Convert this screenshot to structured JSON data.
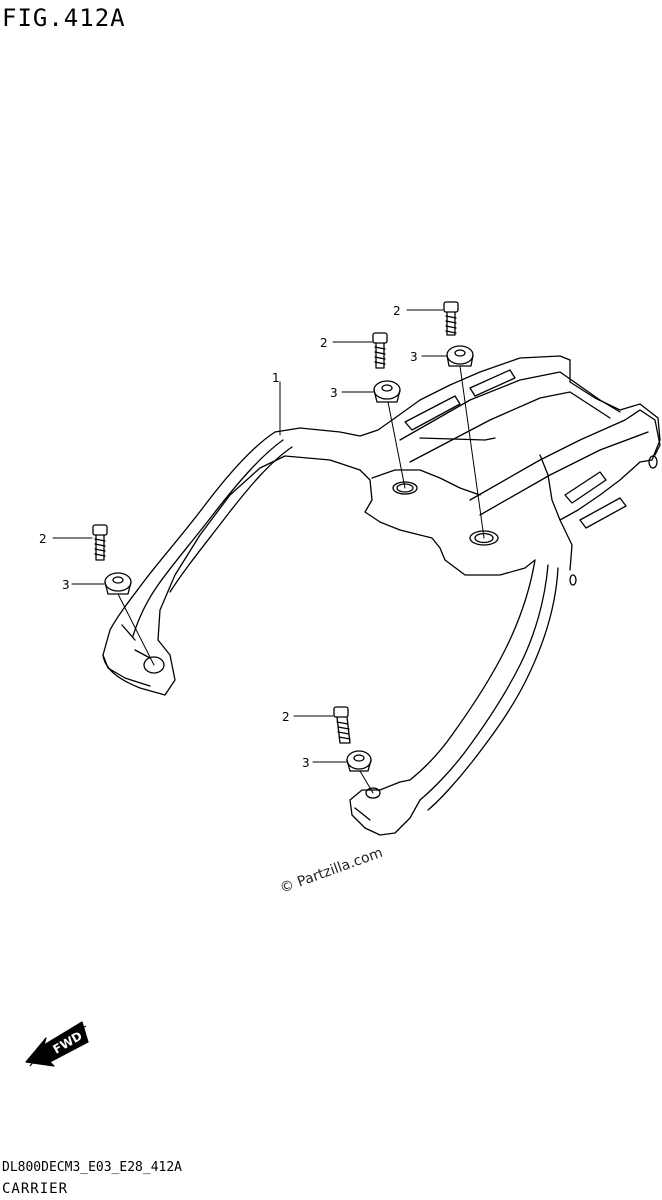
{
  "figure": {
    "title": "FIG.412A"
  },
  "callouts": {
    "carrier": "1",
    "bolt": "2",
    "washer": "3"
  },
  "watermark": "© Partzilla.com",
  "direction_arrow": {
    "label": "FWD",
    "icon": "fwd-arrow-icon"
  },
  "footer": {
    "code": "DL800DECM3_E03_E28_412A",
    "name": "CARRIER"
  }
}
